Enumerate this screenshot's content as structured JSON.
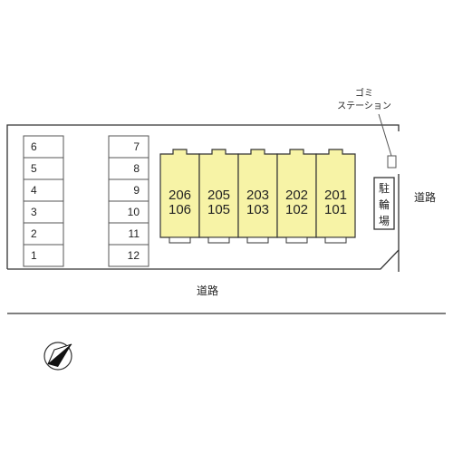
{
  "parking_left": [
    "6",
    "5",
    "4",
    "3",
    "2",
    "1"
  ],
  "parking_right": [
    "7",
    "8",
    "9",
    "10",
    "11",
    "12"
  ],
  "units": [
    {
      "upper": "206",
      "lower": "106"
    },
    {
      "upper": "205",
      "lower": "105"
    },
    {
      "upper": "203",
      "lower": "103"
    },
    {
      "upper": "202",
      "lower": "102"
    },
    {
      "upper": "201",
      "lower": "101"
    }
  ],
  "bicycle_parking": [
    "駐",
    "輪",
    "場"
  ],
  "garbage_station": {
    "line1": "ゴミ",
    "line2": "ステーション"
  },
  "road_south": "道路",
  "road_east": "道路",
  "colors": {
    "building": "#f7f3a6",
    "outline": "#333333"
  },
  "icons": {
    "compass": "north-arrow-icon"
  }
}
